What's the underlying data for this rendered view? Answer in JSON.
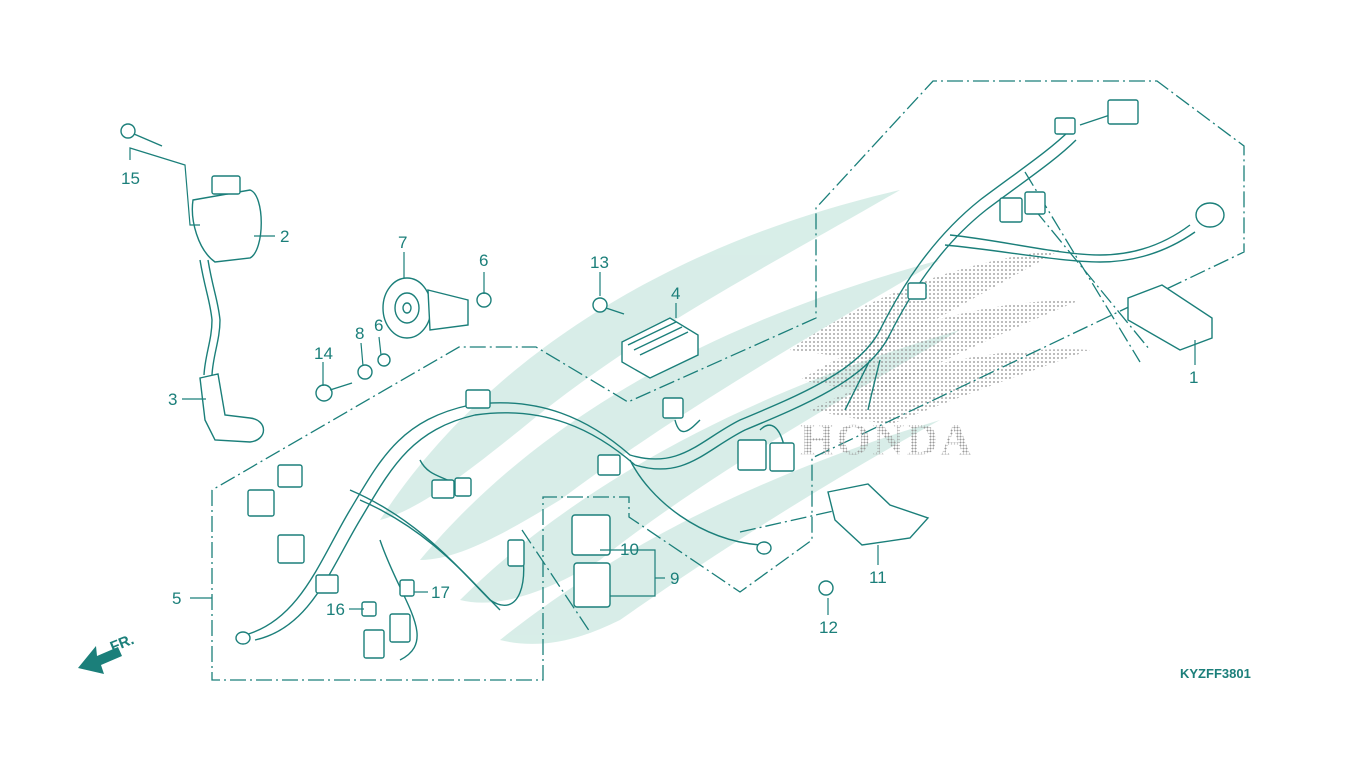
{
  "diagram": {
    "code": "KYZFF3801",
    "direction_label": "FR.",
    "brand": "HONDA",
    "stroke_color": "#1b7f7a",
    "watermark_color": "#cfe9e3",
    "callouts": [
      {
        "id": "1",
        "label": "1"
      },
      {
        "id": "2",
        "label": "2"
      },
      {
        "id": "3",
        "label": "3"
      },
      {
        "id": "4",
        "label": "4"
      },
      {
        "id": "5",
        "label": "5"
      },
      {
        "id": "6a",
        "label": "6"
      },
      {
        "id": "6b",
        "label": "6"
      },
      {
        "id": "7",
        "label": "7"
      },
      {
        "id": "8",
        "label": "8"
      },
      {
        "id": "9",
        "label": "9"
      },
      {
        "id": "10",
        "label": "10"
      },
      {
        "id": "11",
        "label": "11"
      },
      {
        "id": "12",
        "label": "12"
      },
      {
        "id": "13",
        "label": "13"
      },
      {
        "id": "14",
        "label": "14"
      },
      {
        "id": "15",
        "label": "15"
      },
      {
        "id": "16",
        "label": "16"
      },
      {
        "id": "17",
        "label": "17"
      }
    ]
  }
}
